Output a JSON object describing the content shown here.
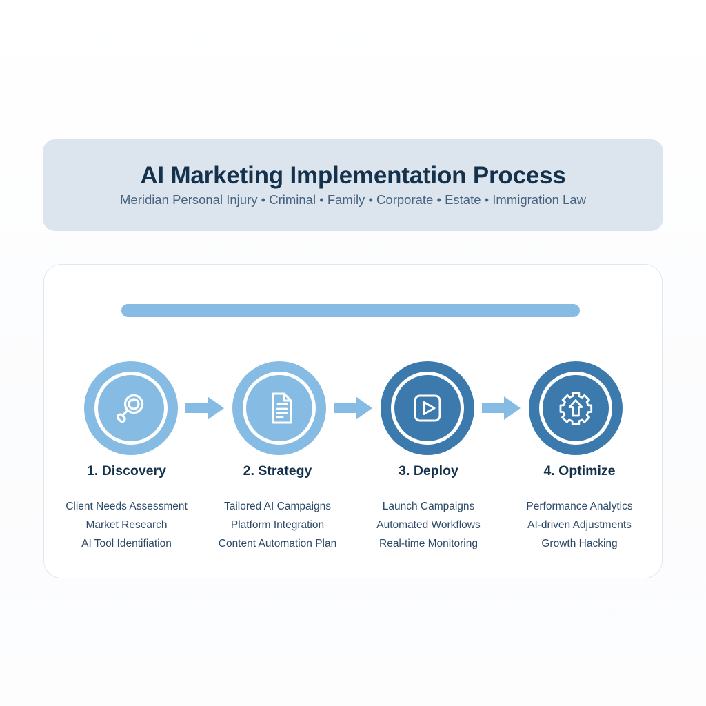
{
  "header": {
    "title": "AI Marketing Implementation Process",
    "subtitle": "Meridian Personal Injury • Criminal • Family • Corporate • Estate • Immigration Law",
    "panel_color": "#dce5ee",
    "title_color": "#15324d",
    "subtitle_color": "#46627e"
  },
  "card": {
    "border_color": "#dfe8f1",
    "background": "#ffffff",
    "progress_bar": {
      "color": "#86bce4",
      "fill_percent": 100
    }
  },
  "colors": {
    "accent_light": "#86bce4",
    "accent_dark": "#3c79ad",
    "arrow": "#86bce4",
    "text_dark": "#15324d",
    "text_body": "#2c4a66"
  },
  "steps": [
    {
      "title": "1. Discovery",
      "icon": "magnifier-icon",
      "tone": "light",
      "bullets": [
        "Client Needs Assessment",
        "Market Research",
        "AI Tool Identifiation"
      ]
    },
    {
      "title": "2. Strategy",
      "icon": "document-icon",
      "tone": "light",
      "bullets": [
        "Tailored AI Campaigns",
        "Platform Integration",
        "Content Automation Plan"
      ]
    },
    {
      "title": "3. Deploy",
      "icon": "play-button-icon",
      "tone": "dark",
      "bullets": [
        "Launch Campaigns",
        "Automated Workflows",
        "Real-time Monitoring"
      ]
    },
    {
      "title": "4. Optimize",
      "icon": "gear-arrow-up-icon",
      "tone": "dark",
      "bullets": [
        "Performance Analytics",
        "AI-driven Adjustments",
        "Growth Hacking"
      ]
    }
  ],
  "connectors": [
    {
      "name": "arrow-step-1-to-2"
    },
    {
      "name": "arrow-step-2-to-3"
    },
    {
      "name": "arrow-step-3-to-4"
    }
  ]
}
